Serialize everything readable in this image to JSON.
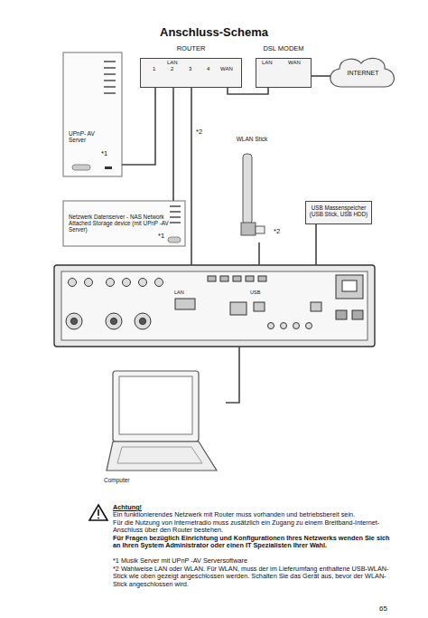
{
  "diagram": {
    "title": "Anschluss-Schema",
    "nodes": [
      {
        "text": [
          "ROUTER"
        ]
      },
      {
        "text": [
          "DSL MODEM"
        ]
      },
      {
        "text": [
          "INTERNET"
        ]
      },
      {
        "text": [
          "UPnP- AV Server"
        ]
      },
      {
        "text": [
          "WLAN Stick"
        ]
      },
      {
        "text": [
          "Netzwerk Datenserver - NAS Network Attached Storage device (mit UPnP -AV Server)"
        ]
      },
      {
        "text": [
          "USB Massenspeicher (USB Stick, USB HDD)"
        ]
      },
      {
        "text": [
          "LAN",
          "USB"
        ]
      },
      {
        "text": [
          "Computer"
        ]
      }
    ],
    "edges": [
      {
        "from": 0,
        "to": 3,
        "arrow": "none"
      },
      {
        "from": 0,
        "to": 5,
        "arrow": "none"
      },
      {
        "from": 0,
        "to": 7,
        "label": "*2",
        "arrow": "none"
      },
      {
        "from": 0,
        "to": 1,
        "arrow": "none"
      },
      {
        "from": 1,
        "to": 2,
        "arrow": "none"
      },
      {
        "from": 4,
        "to": 7,
        "arrow": "none"
      },
      {
        "from": 6,
        "to": 7,
        "arrow": "none"
      },
      {
        "from": 7,
        "to": 8,
        "arrow": "none"
      }
    ],
    "labels": [
      "LAN",
      "1",
      "2",
      "3",
      "4",
      "WAN",
      "LAN",
      "WAN",
      "*1",
      "*1",
      "*2",
      "Achtung!",
      "Ein funktionierendes Netzwerk mit Router muss vorhanden und betriebsbereit sein.",
      "Für die Nutzung von Internetradio muss zusätzlich ein Zugang zu einem Breitband-Internet-Anschluss über den Router bestehen.",
      "Für Fragen bezüglich Einrichtung und Konfigurationen Ihres Netzwerks wenden Sie sich an Ihren System Administrator oder einen IT Spezialisten Ihrer Wahl.",
      "*1 Musik Server mit UPnP -AV Serversoftware",
      "*2 Wahlweise LAN oder WLAN. Für WLAN, muss der im Lieferumfang enthaltene USB-WLAN-Stick wie oben gezeigt angeschlossen werden. Schalten Sie das Gerät aus, bevor der WLAN-Stick angeschlossen wird.",
      "65"
    ]
  }
}
